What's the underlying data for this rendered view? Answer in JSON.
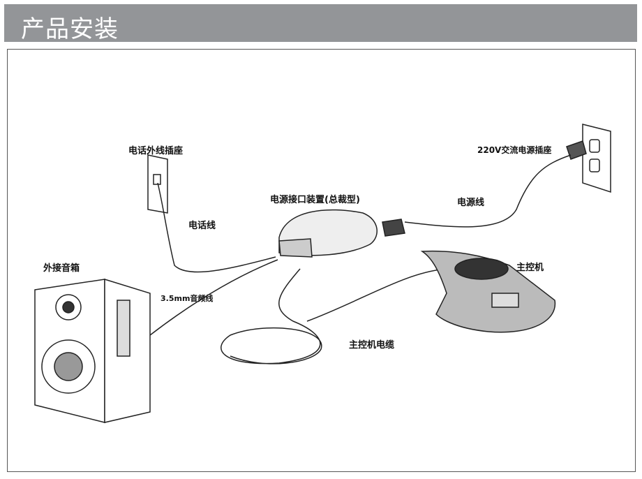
{
  "header": {
    "title": "产品安装"
  },
  "labels": {
    "phone_jack": "电话外线插座",
    "phone_line": "电话线",
    "power_unit": "电源接口装置(总裁型)",
    "power_outlet": "220V交流电源插座",
    "power_cord": "电源线",
    "speaker": "外接音箱",
    "audio_cable": "3.5mm音频线",
    "console": "主控机",
    "console_cable": "主控机电缆"
  }
}
